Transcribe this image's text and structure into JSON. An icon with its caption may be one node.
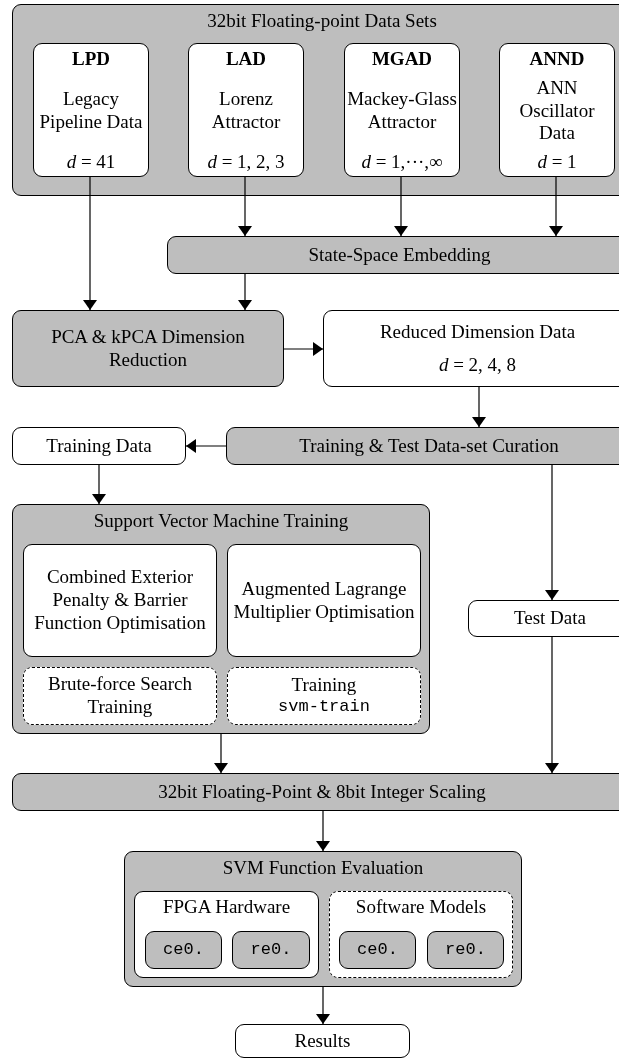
{
  "diagram": {
    "nodes": [
      {
        "text": [
          "32bit Floating-point Data Sets"
        ]
      },
      {
        "text": [
          "LPD",
          "Legacy Pipeline Data",
          "*d* = 41"
        ],
        "in": 0
      },
      {
        "text": [
          "LAD",
          "Lorenz Attractor",
          "*d* = 1, 2, 3"
        ],
        "in": 0
      },
      {
        "text": [
          "MGAD",
          "Mackey-Glass Attractor",
          "*d* = 1,···,∞"
        ],
        "in": 0
      },
      {
        "text": [
          "ANND",
          "ANN Oscillator Data",
          "*d* = 1"
        ],
        "in": 0
      },
      {
        "text": [
          "State-Space Embedding"
        ]
      },
      {
        "text": [
          "PCA & kPCA Dimension Reduction"
        ]
      },
      {
        "text": [
          "Reduced Dimension Data",
          "*d* = 2, 4, 8"
        ]
      },
      {
        "text": [
          "Training Data"
        ]
      },
      {
        "text": [
          "Training & Test Data-set Curation"
        ]
      },
      {
        "text": [
          "Support Vector Machine Training"
        ]
      },
      {
        "text": [
          "Combined Exterior Penalty & Barrier Function Optimisation"
        ],
        "in": 10
      },
      {
        "text": [
          "Augmented Lagrange Multiplier Optimisation"
        ],
        "in": 10
      },
      {
        "text": [
          "Brute-force Search Training"
        ],
        "in": 10
      },
      {
        "text": [
          "Training",
          "svm-train"
        ],
        "in": 10
      },
      {
        "text": [
          "Test Data"
        ]
      },
      {
        "text": [
          "32bit Floating-Point & 8bit Integer Scaling"
        ]
      },
      {
        "text": [
          "SVM Function Evaluation"
        ]
      },
      {
        "text": [
          "FPGA Hardware"
        ],
        "in": 17
      },
      {
        "text": [
          "ce0."
        ],
        "in": 18
      },
      {
        "text": [
          "re0."
        ],
        "in": 18
      },
      {
        "text": [
          "Software Models"
        ],
        "in": 17
      },
      {
        "text": [
          "ce0."
        ],
        "in": 21
      },
      {
        "text": [
          "re0."
        ],
        "in": 21
      },
      {
        "text": [
          "Results"
        ]
      }
    ],
    "edges": [
      {
        "from": 1,
        "to": 6,
        "arrow": "to"
      },
      {
        "from": 2,
        "to": 5,
        "arrow": "to"
      },
      {
        "from": 3,
        "to": 5,
        "arrow": "to"
      },
      {
        "from": 4,
        "to": 5,
        "arrow": "to"
      },
      {
        "from": 5,
        "to": 6,
        "arrow": "to"
      },
      {
        "from": 6,
        "to": 7,
        "arrow": "to"
      },
      {
        "from": 7,
        "to": 9,
        "arrow": "to"
      },
      {
        "from": 9,
        "to": 8,
        "arrow": "to"
      },
      {
        "from": 8,
        "to": 10,
        "arrow": "to"
      },
      {
        "from": 9,
        "to": 15,
        "arrow": "to"
      },
      {
        "from": 10,
        "to": 16,
        "arrow": "to"
      },
      {
        "from": 15,
        "to": 16,
        "arrow": "to"
      },
      {
        "from": 16,
        "to": 17,
        "arrow": "to"
      },
      {
        "from": 17,
        "to": 24,
        "arrow": "to"
      }
    ]
  }
}
